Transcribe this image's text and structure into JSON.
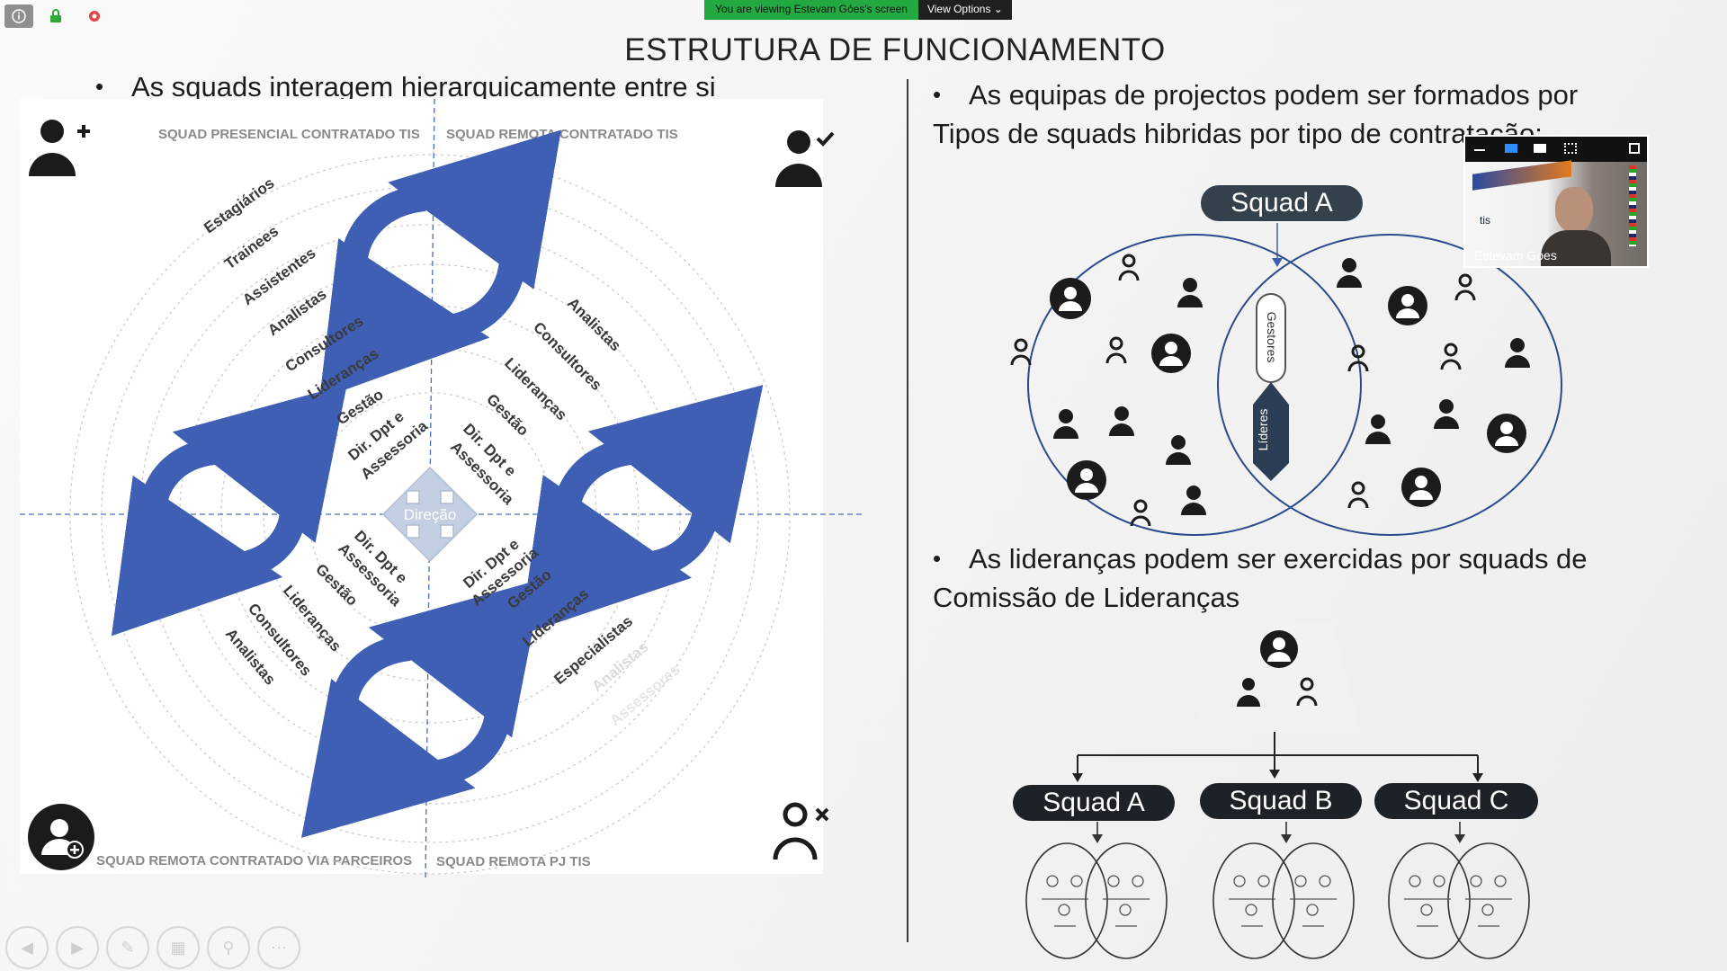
{
  "share_banner": {
    "message": "You are viewing Estevam Góes's screen",
    "options": "View Options"
  },
  "title": "ESTRUTURA DE FUNCIONAMENTO",
  "left": {
    "bullet": "As squads interagem hierarquicamente entre si",
    "quadrant_labels": {
      "top_left": "SQUAD PRESENCIAL CONTRATADO TIS",
      "top_right": "SQUAD REMOTA CONTRATADO TIS",
      "bottom_left": "SQUAD REMOTA CONTRATADO VIA PARCEIROS",
      "bottom_right": "SQUAD REMOTA PJ TIS"
    },
    "center_label": "Direção",
    "ring_tl": [
      "Estagiários",
      "Trainees",
      "Assistentes",
      "Analistas",
      "Consultores",
      "Lideranças",
      "Gestão",
      "Dir. Dpt e",
      "Assessoria"
    ],
    "ring_tr": [
      "Analistas",
      "Consultores",
      "Lideranças",
      "Gestão",
      "Dir. Dpt e",
      "Assessoria"
    ],
    "ring_bl": [
      "Dir. Dpt e",
      "Assessoria",
      "Gestão",
      "Lideranças",
      "Consultores",
      "Analistas"
    ],
    "ring_br": [
      "Dir. Dpt e",
      "Assessoria",
      "Gestão",
      "Lideranças",
      "Especialistas",
      "Analistas",
      "Assessores"
    ]
  },
  "right": {
    "bullet1_line1": "As equipas de projectos podem ser formados por",
    "bullet1_line2": "Tipos de squads hibridas por tipo de contratação:",
    "squad_a_top": "Squad A",
    "gestores": "Gestores",
    "lideres": "Líderes",
    "bullet2_line1": "As lideranças  podem ser exercidas por  squads de",
    "bullet2_line2": "Comissão de Lideranças",
    "squads": [
      "Squad A",
      "Squad B",
      "Squad C"
    ]
  },
  "video": {
    "name": "Estevam Góes",
    "thumb_text": "tis"
  },
  "colors": {
    "arrow_blue": "#3e5fb4",
    "pill": "#35404d",
    "banner_green": "#23a942"
  }
}
